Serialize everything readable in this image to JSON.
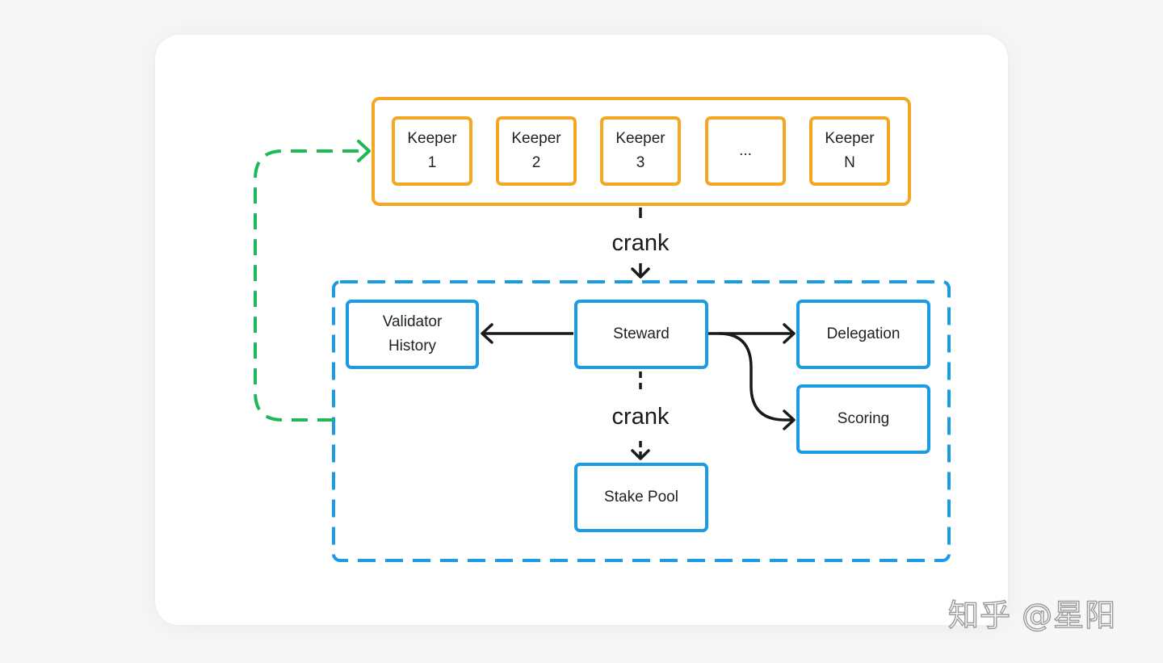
{
  "keepers": [
    {
      "line1": "Keeper",
      "line2": "1"
    },
    {
      "line1": "Keeper",
      "line2": "2"
    },
    {
      "line1": "Keeper",
      "line2": "3"
    },
    {
      "line1": "...",
      "line2": ""
    },
    {
      "line1": "Keeper",
      "line2": "N"
    }
  ],
  "labels": {
    "crank_top": "crank",
    "crank_bottom": "crank"
  },
  "nodes": {
    "validator_history": {
      "line1": "Validator",
      "line2": "History"
    },
    "steward": "Steward",
    "delegation": "Delegation",
    "scoring": "Scoring",
    "stake_pool": "Stake Pool"
  },
  "watermark": "知乎 @星阳",
  "colors": {
    "keeper_orange": "#f5a623",
    "program_blue": "#1a9be6",
    "feedback_green": "#1db954",
    "arrow_black": "#1a1a1a"
  }
}
